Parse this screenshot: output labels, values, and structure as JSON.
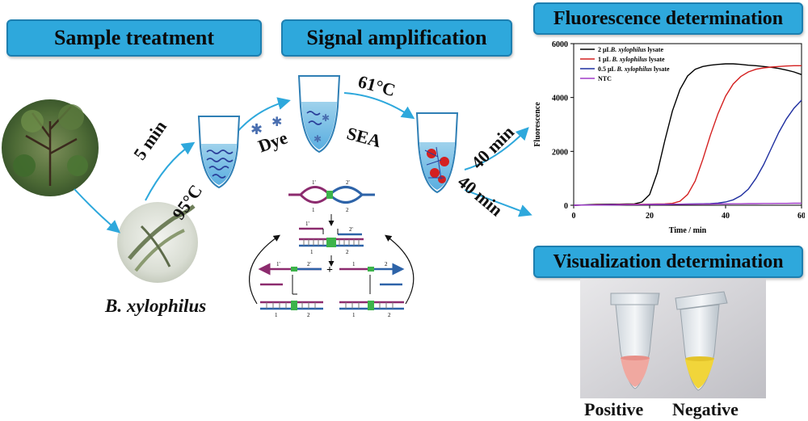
{
  "headers": {
    "sample_treatment": "Sample treatment",
    "signal_amplification": "Signal amplification",
    "fluorescence_determination": "Fluorescence determination",
    "visualization_determination": "Visualization determination"
  },
  "labels": {
    "time_5min": "5 min",
    "temp_95": "95°C",
    "dye": "Dye",
    "temp_61": "61°C",
    "sea": "SEA",
    "time_40min_upper": "40 min",
    "time_40min_lower": "40 min",
    "organism": "B. xylophilus",
    "positive": "Positive",
    "negative": "Negative"
  },
  "sea_mechanism": {
    "primer_labels": [
      "1'",
      "2'",
      "1",
      "2",
      "1'",
      "2'",
      "1",
      "2",
      "1'",
      "2'",
      "1",
      "2",
      "1",
      "2",
      "1",
      "2"
    ],
    "plus_sign": "+"
  },
  "chart_data": {
    "type": "line",
    "xlabel": "Time / min",
    "ylabel": "Fluorescence",
    "xlim": [
      0,
      60
    ],
    "ylim": [
      0,
      6000
    ],
    "xticks": [
      0,
      20,
      40,
      60
    ],
    "yticks": [
      0,
      2000,
      4000,
      6000
    ],
    "legend_position": "top-left",
    "x": [
      0,
      2,
      4,
      6,
      8,
      10,
      12,
      14,
      16,
      18,
      20,
      22,
      24,
      26,
      28,
      30,
      32,
      34,
      36,
      38,
      40,
      42,
      44,
      46,
      48,
      50,
      52,
      54,
      56,
      58,
      60
    ],
    "series": [
      {
        "name": "2  μLB. xylophilus lysate",
        "legend_prefix": "2  μL",
        "legend_italic": "B. xylophilus",
        "legend_suffix": " lysate",
        "color": "#000000",
        "values": [
          0,
          10,
          20,
          30,
          35,
          40,
          40,
          45,
          50,
          120,
          400,
          1200,
          2400,
          3500,
          4300,
          4800,
          5050,
          5150,
          5200,
          5230,
          5250,
          5250,
          5230,
          5200,
          5180,
          5150,
          5120,
          5080,
          5020,
          4950,
          4850
        ]
      },
      {
        "name": "1 μL B. xylophilus lysate",
        "legend_prefix": "1 μL ",
        "legend_italic": "B. xylophilus",
        "legend_suffix": " lysate",
        "color": "#d42020",
        "values": [
          0,
          5,
          10,
          15,
          20,
          25,
          30,
          30,
          35,
          35,
          40,
          45,
          50,
          70,
          150,
          400,
          900,
          1700,
          2600,
          3400,
          4050,
          4500,
          4780,
          4950,
          5050,
          5100,
          5130,
          5150,
          5170,
          5180,
          5180
        ]
      },
      {
        "name": "0.5 μL B. xylophilus lysate",
        "legend_prefix": "0.5 μL ",
        "legend_italic": "B. xylophilus",
        "legend_suffix": " lysate",
        "color": "#1f2fa0",
        "values": [
          0,
          5,
          10,
          10,
          15,
          15,
          20,
          20,
          25,
          25,
          30,
          30,
          35,
          40,
          40,
          45,
          50,
          55,
          60,
          80,
          120,
          200,
          350,
          600,
          1000,
          1500,
          2100,
          2700,
          3200,
          3600,
          3900
        ]
      },
      {
        "name": "NTC",
        "legend_prefix": "NTC",
        "legend_italic": "",
        "legend_suffix": "",
        "color": "#a03cc8",
        "values": [
          0,
          5,
          5,
          10,
          10,
          15,
          15,
          20,
          20,
          25,
          25,
          30,
          30,
          35,
          35,
          40,
          40,
          45,
          45,
          50,
          50,
          55,
          55,
          60,
          60,
          65,
          65,
          70,
          70,
          75,
          75
        ]
      }
    ]
  }
}
